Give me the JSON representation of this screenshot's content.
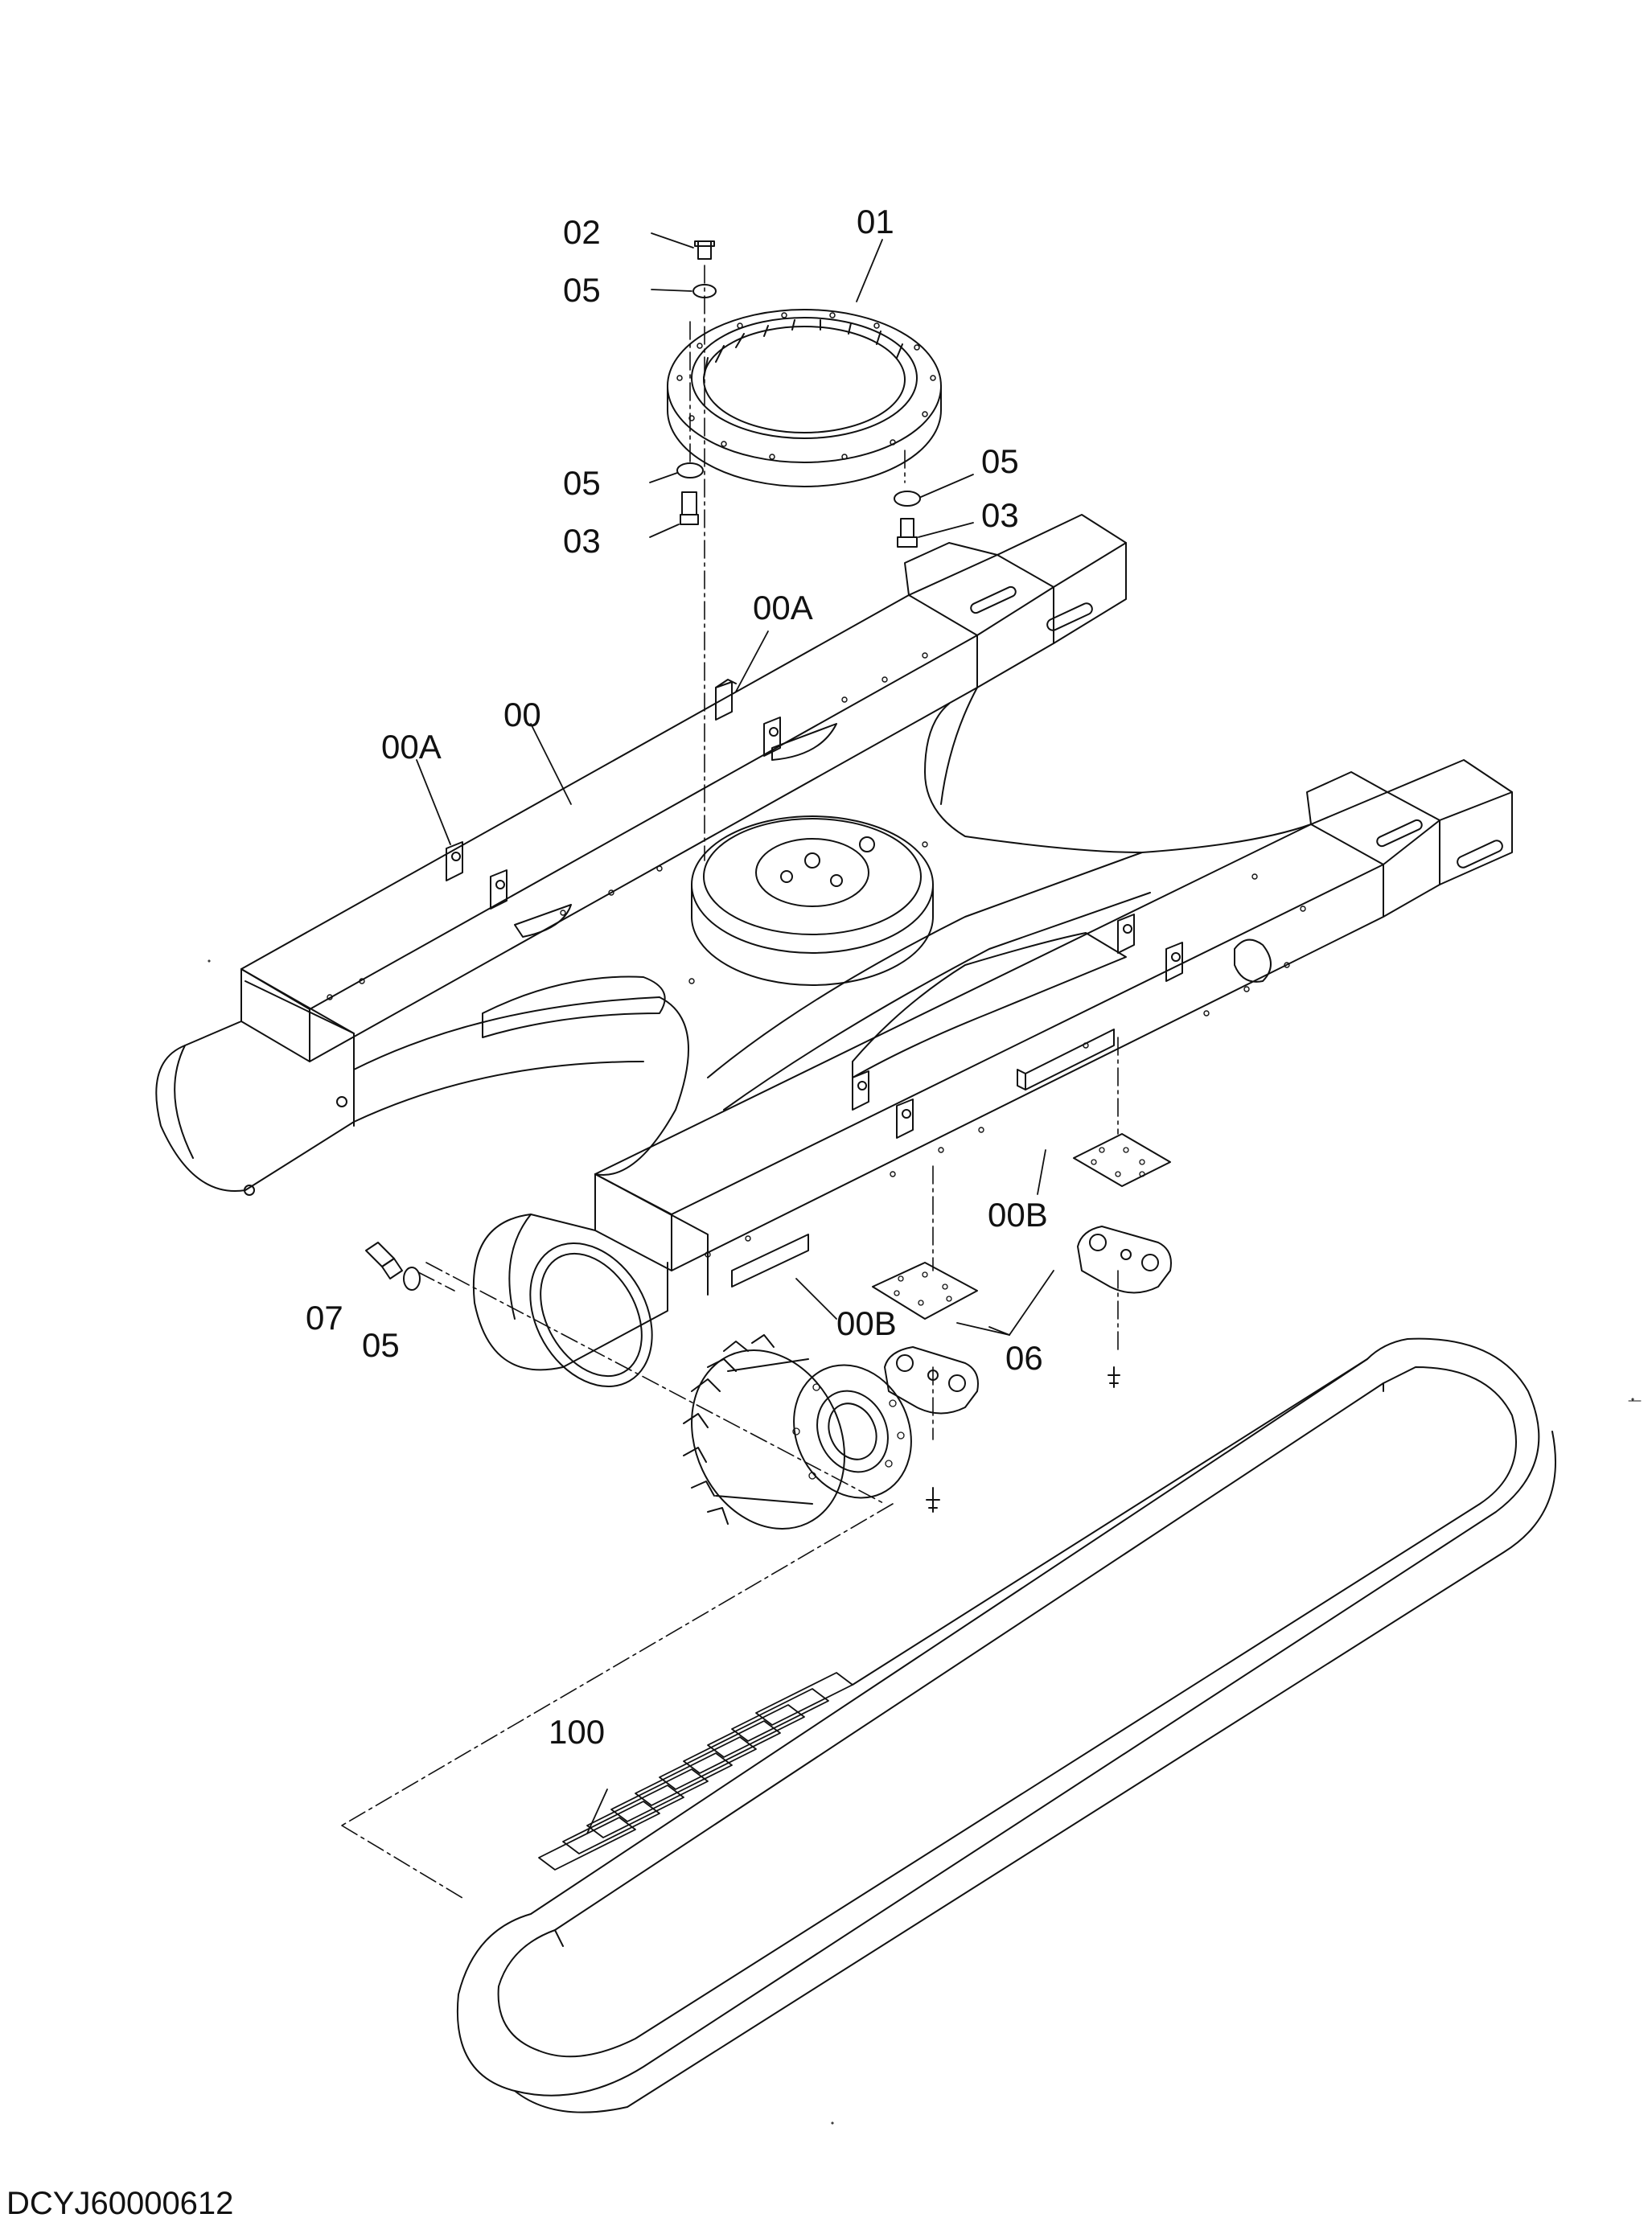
{
  "diagram": {
    "callouts": {
      "c01": "01",
      "c02": "02",
      "c05_top": "05",
      "c05_left": "05",
      "c05_right": "05",
      "c03_left": "03",
      "c03_right": "03",
      "c00A_right": "00A",
      "c00A_left": "00A",
      "c00": "00",
      "c00B_right": "00B",
      "c00B_left": "00B",
      "c06": "06",
      "c07": "07",
      "c05_bottom": "05",
      "c100": "100"
    },
    "document_id": "DCYJ60000612"
  }
}
